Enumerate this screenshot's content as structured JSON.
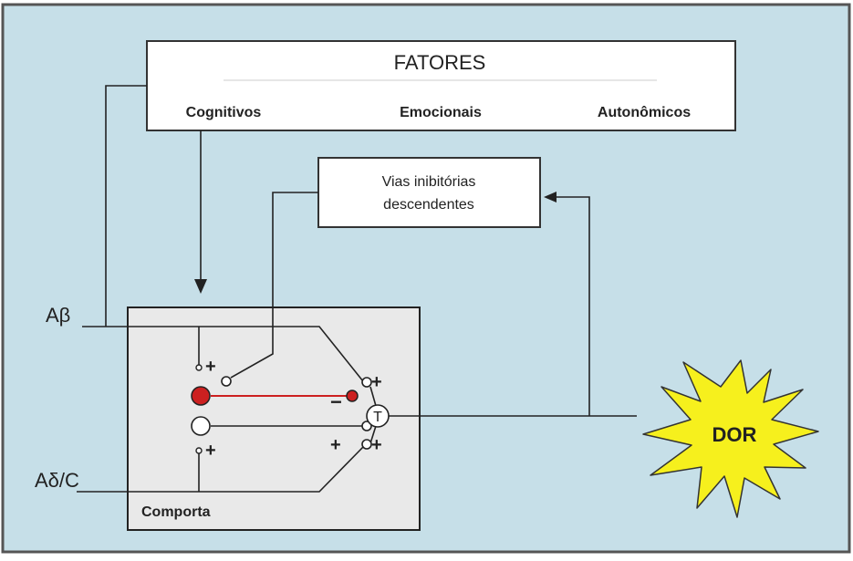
{
  "factors": {
    "title": "FATORES",
    "items": [
      "Cognitivos",
      "Emocionais",
      "Autonômicos"
    ]
  },
  "inhibitory": {
    "line1": "Vias inibitórias",
    "line2": "descendentes"
  },
  "inputs": {
    "a_beta": "Aβ",
    "a_delta_c": "Aδ/C"
  },
  "gate": {
    "label": "Comporta",
    "t_label": "T",
    "signs": {
      "plus": "+",
      "minus": "−"
    }
  },
  "pain": {
    "label": "DOR"
  },
  "colors": {
    "background": "#c6dfe8",
    "box_fill": "#ffffff",
    "gate_fill": "#e9e9e9",
    "inhibitory_red": "#cc2020",
    "starburst_fill": "#f6f01d",
    "line": "#222222"
  }
}
